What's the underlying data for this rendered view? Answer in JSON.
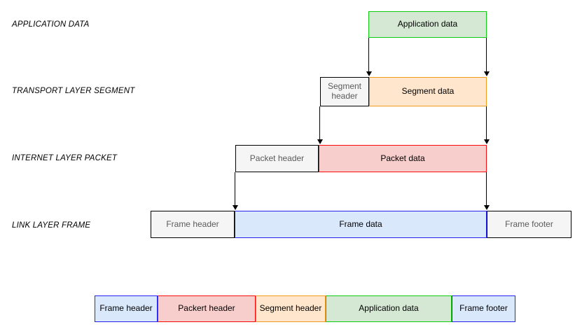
{
  "colors": {
    "green_fill": "#d5e8d4",
    "green_border": "#10cc10",
    "orange_fill": "#ffe6cc",
    "orange_border": "#f09a1d",
    "red_fill": "#f8cecc",
    "red_border": "#fa0b0b",
    "blue_fill": "#dae8fc",
    "blue_border": "#2424ee",
    "gray_fill": "#f5f5f5",
    "gray_border": "#000000",
    "gray_text": "#5b5b5b"
  },
  "rows": [
    {
      "label": "APPLICATION DATA",
      "boxes": [
        {
          "text": "Application data",
          "color": "green"
        }
      ]
    },
    {
      "label": "TRANSPORT LAYER SEGMENT",
      "boxes": [
        {
          "text": "Segment header",
          "color": "gray"
        },
        {
          "text": "Segment data",
          "color": "orange"
        }
      ]
    },
    {
      "label": "INTERNET LAYER PACKET",
      "boxes": [
        {
          "text": "Packet header",
          "color": "gray"
        },
        {
          "text": "Packet data",
          "color": "red"
        }
      ]
    },
    {
      "label": "LINK LAYER FRAME",
      "boxes": [
        {
          "text": "Frame header",
          "color": "gray"
        },
        {
          "text": "Frame data",
          "color": "blue"
        },
        {
          "text": "Frame footer",
          "color": "gray"
        }
      ]
    }
  ],
  "composite_frame": {
    "segments": [
      {
        "text": "Frame header",
        "color": "blue"
      },
      {
        "text": "Packert header",
        "color": "red"
      },
      {
        "text": "Segment header",
        "color": "orange"
      },
      {
        "text": "Application data",
        "color": "green"
      },
      {
        "text": "Frame footer",
        "color": "blue"
      }
    ]
  }
}
